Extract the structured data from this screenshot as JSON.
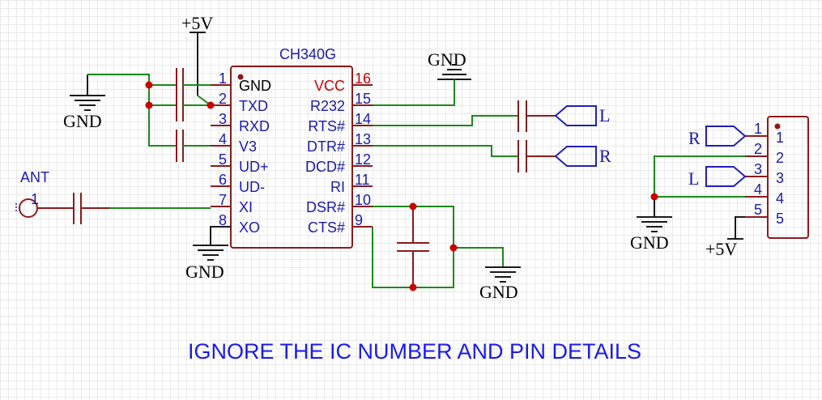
{
  "ic": {
    "name": "CH340G",
    "left_pins": [
      {
        "num": "1",
        "label": "GND"
      },
      {
        "num": "2",
        "label": "TXD"
      },
      {
        "num": "3",
        "label": "RXD"
      },
      {
        "num": "4",
        "label": "V3"
      },
      {
        "num": "5",
        "label": "UD+"
      },
      {
        "num": "6",
        "label": "UD-"
      },
      {
        "num": "7",
        "label": "XI"
      },
      {
        "num": "8",
        "label": "XO"
      }
    ],
    "right_pins": [
      {
        "num": "16",
        "label": "VCC"
      },
      {
        "num": "15",
        "label": "R232"
      },
      {
        "num": "14",
        "label": "RTS#"
      },
      {
        "num": "13",
        "label": "DTR#"
      },
      {
        "num": "12",
        "label": "DCD#"
      },
      {
        "num": "11",
        "label": "RI"
      },
      {
        "num": "10",
        "label": "DSR#"
      },
      {
        "num": "9",
        "label": "CTS#"
      }
    ]
  },
  "power": {
    "vcc_top": "+5V",
    "vcc_connector": "+5V",
    "gnd_left": "GND",
    "gnd_top_right": "GND",
    "gnd_bottom_ic": "GND",
    "gnd_cap": "GND",
    "gnd_connector": "GND"
  },
  "antenna": {
    "label": "ANT",
    "pin": "1"
  },
  "net_flags": {
    "flag_l": "L",
    "flag_r": "R",
    "conn_r": "R",
    "conn_l": "L"
  },
  "connector": {
    "inner_nums": [
      "1",
      "2",
      "3",
      "4",
      "5"
    ],
    "outer_nums": [
      "1",
      "2",
      "3",
      "4",
      "5"
    ]
  },
  "note": "IGNORE THE IC NUMBER AND PIN DETAILS",
  "colors": {
    "wire": "#1a8a1a",
    "component": "#8b1a1a",
    "label": "#1a1ab0",
    "junction": "#cc0000"
  }
}
